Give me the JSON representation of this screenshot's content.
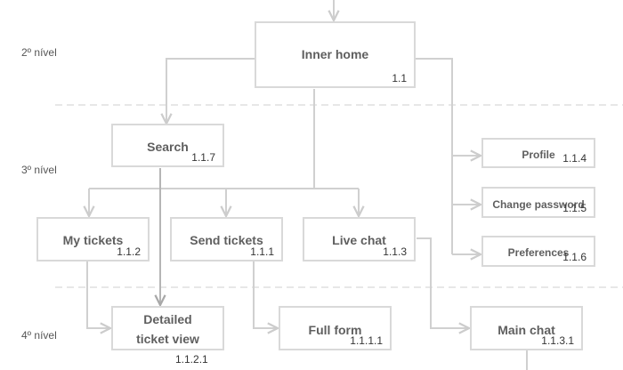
{
  "colors": {
    "box_border": "#d9d9d9",
    "connector": "#d0d0d0",
    "connector_dark": "#b5b5b5",
    "divider": "#cfcfcf",
    "node_text": "#5f5f5f"
  },
  "levels": [
    "2º nível",
    "3º nível",
    "4º nível"
  ],
  "nodes": {
    "inner_home": {
      "label": "Inner home",
      "code": "1.1"
    },
    "search": {
      "label": "Search",
      "code": "1.1.7"
    },
    "profile": {
      "label": "Profile",
      "code": "1.1.4"
    },
    "change_password": {
      "label": "Change password",
      "code": "1.1.5"
    },
    "preferences": {
      "label": "Preferences",
      "code": "1.1.6"
    },
    "my_tickets": {
      "label": "My tickets",
      "code": "1.1.2"
    },
    "send_tickets": {
      "label": "Send tickets",
      "code": "1.1.1"
    },
    "live_chat": {
      "label": "Live chat",
      "code": "1.1.3"
    },
    "detailed_ticket_view": {
      "label_line1": "Detailed",
      "label_line2": "ticket view",
      "code": "1.1.2.1"
    },
    "full_form": {
      "label": "Full form",
      "code": "1.1.1.1"
    },
    "main_chat": {
      "label": "Main chat",
      "code": "1.1.3.1"
    }
  }
}
